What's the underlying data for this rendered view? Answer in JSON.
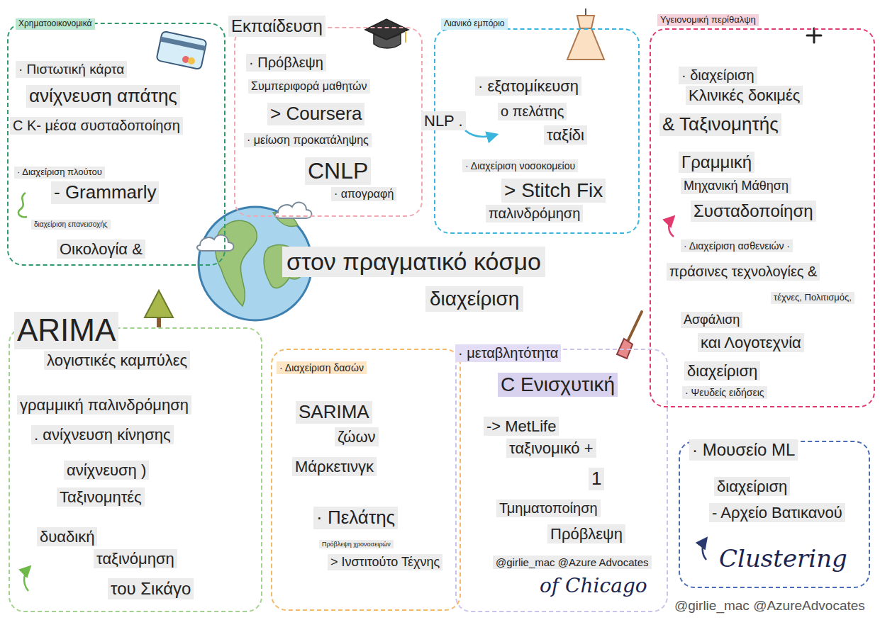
{
  "diagram": {
    "title": "στον πραγματικό κόσμο",
    "nodes": [
      {
        "text": [
          "Χρηματοοικονομικά",
          "· Πιστωτική κάρτα",
          "ανίχνευση απάτης",
          "C K- μέσα συσταδοποίηση",
          "· Διαχείριση πλούτου",
          "- Grammarly",
          "διαχείριση επανεισοχής",
          "Οικολογία &"
        ]
      },
      {
        "text": [
          "Εκπαίδευση",
          "· Πρόβλεψη",
          "Συμπεριφορά μαθητών",
          "> Coursera",
          "· μείωση προκατάληψης",
          "CNLP",
          "· απογραφή"
        ]
      },
      {
        "text": [
          "Λιανικό εμπόριο",
          "· εξατομίκευση",
          "ο πελάτης",
          "ταξίδι",
          "NLP .",
          "· Διαχείριση νοσοκομείου",
          "> Stitch Fix",
          "παλινδρόμηση"
        ]
      },
      {
        "text": [
          "Υγειονομική περίθαλψη",
          "· διαχείριση",
          "Κλινικές δοκιμές",
          "& Ταξινομητής",
          "Γραμμική",
          "Μηχανική Μάθηση",
          "Συσταδοποίηση",
          "· Διαχείριση ασθενειών ·",
          "πράσινες τεχνολογίες &",
          "τέχνες, Πολιτισμός,",
          "Ασφάλιση",
          "και Λογοτεχνία",
          "διαχείριση",
          "· Ψευδείς ειδήσεις"
        ]
      },
      {
        "text": [
          "ARIMA",
          "λογιστικές καμπύλες",
          "γραμμική παλινδρόμηση",
          ". ανίχνευση κίνησης",
          "ανίχνευση )",
          "Ταξινομητές",
          "δυαδική",
          "ταξινόμηση",
          "του Σικάγο"
        ]
      },
      {
        "text": [
          "· Διαχείριση δασών",
          "SARIMA",
          "ζώων",
          "Μάρκετινγκ",
          "· Πελάτης",
          "Πρόβλεψη χρονοσειρών",
          "> Ινστιτούτο Τέχνης"
        ]
      },
      {
        "text": [
          "· μεταβλητότητα",
          "C Ενισχυτική",
          "-> MetLife",
          "ταξινομικό +",
          "1",
          "Τμηματοποίηση",
          "Πρόβλεψη",
          "@girlie_mac @Azure Advocates",
          "of Chicago"
        ]
      },
      {
        "text": [
          "· Μουσείο ML",
          "διαχείριση",
          "- Αρχείο Βατικανού",
          "Clustering"
        ]
      }
    ],
    "labels": [
      "διαχείριση",
      "@girlie_mac @AzureAdvocates"
    ]
  }
}
